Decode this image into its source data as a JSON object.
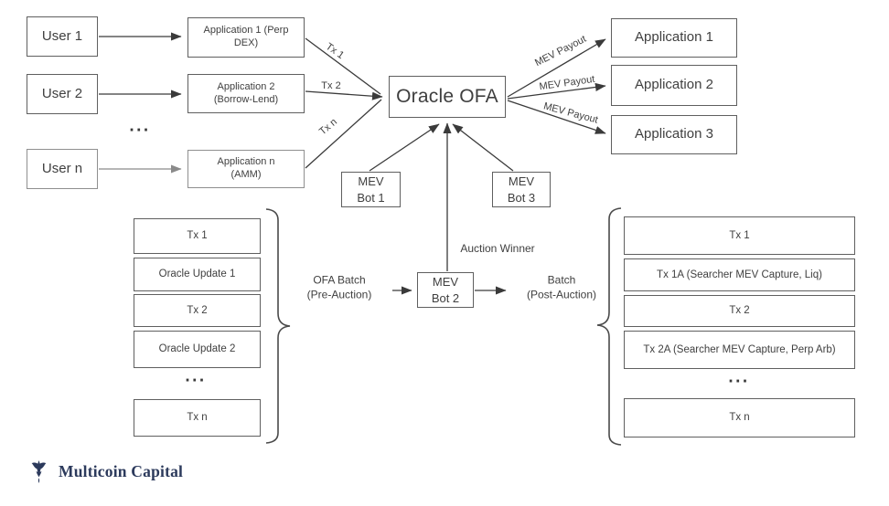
{
  "colors": {
    "line": "#3a3a3a",
    "line_light": "#8a8a8a",
    "box_border": "#5f5f5f",
    "box_border_light": "#8f8f8f",
    "text": "#3f3f3f",
    "logo_navy": "#2c3a5c"
  },
  "top": {
    "users": [
      "User 1",
      "User 2",
      "User n"
    ],
    "users_ellipsis": "...",
    "apps_left": [
      {
        "l1": "Application 1 (Perp",
        "l2": "DEX)"
      },
      {
        "l1": "Application 2",
        "l2": "(Borrow-Lend)"
      },
      {
        "l1": "Application n",
        "l2": "(AMM)"
      }
    ],
    "oracle": "Oracle OFA",
    "tx_labels": [
      "Tx 1",
      "Tx 2",
      "Tx n"
    ],
    "payout_labels": [
      "MEV Payout",
      "MEV Payout",
      "MEV Payout"
    ],
    "apps_right": [
      "Application 1",
      "Application 2",
      "Application 3"
    ],
    "bot1": {
      "l1": "MEV",
      "l2": "Bot 1"
    },
    "bot3": {
      "l1": "MEV",
      "l2": "Bot 3"
    }
  },
  "bottom": {
    "bot2": {
      "l1": "MEV",
      "l2": "Bot 2"
    },
    "auction_winner": "Auction Winner",
    "pre": {
      "l1": "OFA Batch",
      "l2": "(Pre-Auction)"
    },
    "post": {
      "l1": "Batch",
      "l2": "(Post-Auction)"
    },
    "left_batch": [
      "Tx 1",
      "Oracle Update 1",
      "Tx 2",
      "Oracle Update 2",
      "Tx n"
    ],
    "left_ellipsis": "...",
    "right_batch": [
      "Tx 1",
      "Tx 1A (Searcher MEV Capture, Liq)",
      "Tx 2",
      "Tx 2A (Searcher MEV Capture, Perp Arb)",
      "Tx n"
    ],
    "right_ellipsis": "..."
  },
  "footer": {
    "logo_text": "Multicoin Capital"
  }
}
